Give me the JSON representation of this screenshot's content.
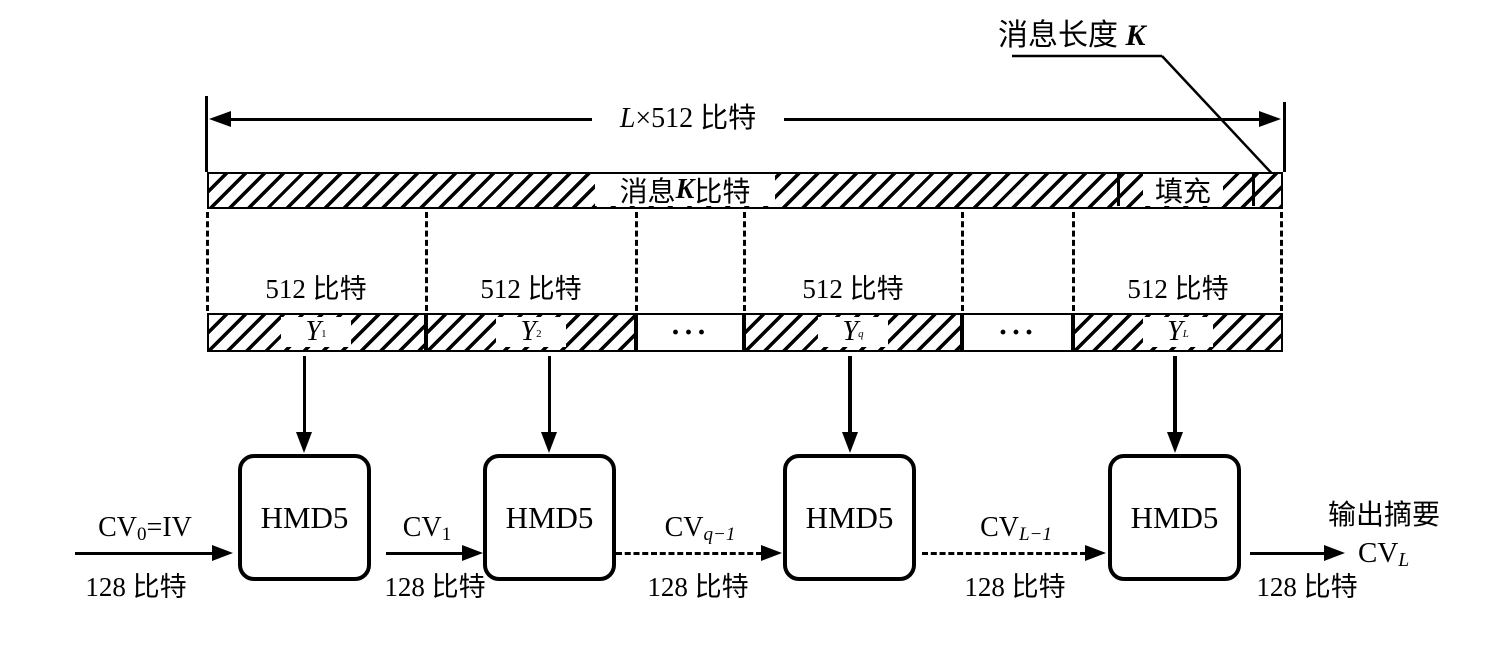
{
  "colors": {
    "ink": "#000000",
    "background": "#ffffff"
  },
  "annotation": {
    "text": "消息长度 ",
    "var": "K"
  },
  "measure": {
    "var": "L",
    "rest": "×512 比特"
  },
  "top_bar": {
    "msg_pre": "消息 ",
    "msg_var": "K",
    "msg_post": " 比特",
    "padding": "填充"
  },
  "blocks": {
    "sizes": [
      "512 比特",
      "512 比特",
      "512 比特",
      "512 比特"
    ],
    "names": [
      {
        "base": "Y",
        "sub": "1"
      },
      {
        "base": "Y",
        "sub": "2"
      },
      {
        "base": "Y",
        "sub": "q"
      },
      {
        "base": "Y",
        "sub": "L"
      }
    ],
    "ellipsis": "···"
  },
  "chain": {
    "box": "HMD5",
    "links": [
      {
        "cv": "CV",
        "sub": "0",
        "suffix": "=IV",
        "bits": "128 比特"
      },
      {
        "cv": "CV",
        "sub": "1",
        "suffix": "",
        "bits": "128 比特"
      },
      {
        "cv": "CV",
        "sub": "q−1",
        "suffix": "",
        "bits": "128 比特"
      },
      {
        "cv": "CV",
        "sub": "L−1",
        "suffix": "",
        "bits": "128 比特"
      }
    ],
    "output": {
      "title": "输出摘要",
      "cv": "CV",
      "sub": "L",
      "bits": "128 比特"
    }
  }
}
